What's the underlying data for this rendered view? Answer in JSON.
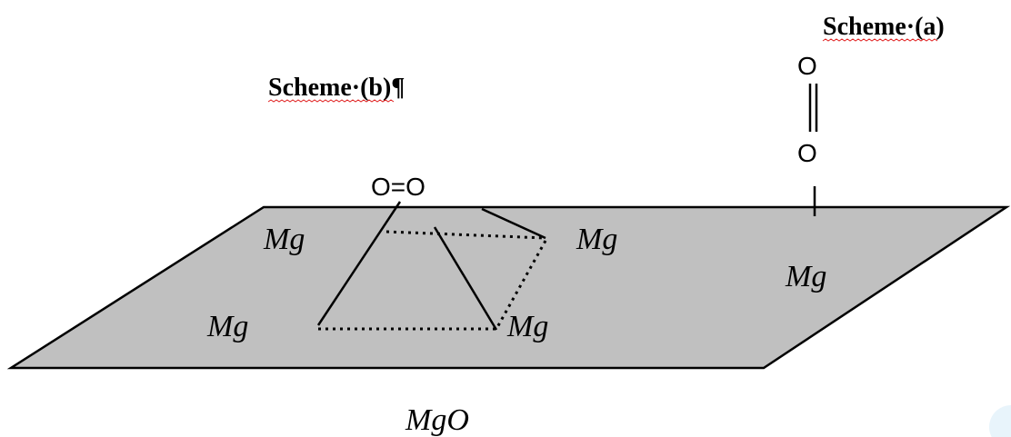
{
  "scheme_a": {
    "title": "Scheme·(a)",
    "top_atom": "O",
    "bottom_atom": "O",
    "surface_label": "Mg"
  },
  "scheme_b": {
    "title": "Scheme·(b)¶",
    "molecule": "O=O",
    "mg_labels": [
      "Mg",
      "Mg",
      "Mg",
      "Mg"
    ]
  },
  "surface": {
    "label": "MgO",
    "fill_color": "#c0c0c0"
  },
  "colors": {
    "spellcheck_underline": "#e02020",
    "watermark": "#e8f4fb"
  }
}
